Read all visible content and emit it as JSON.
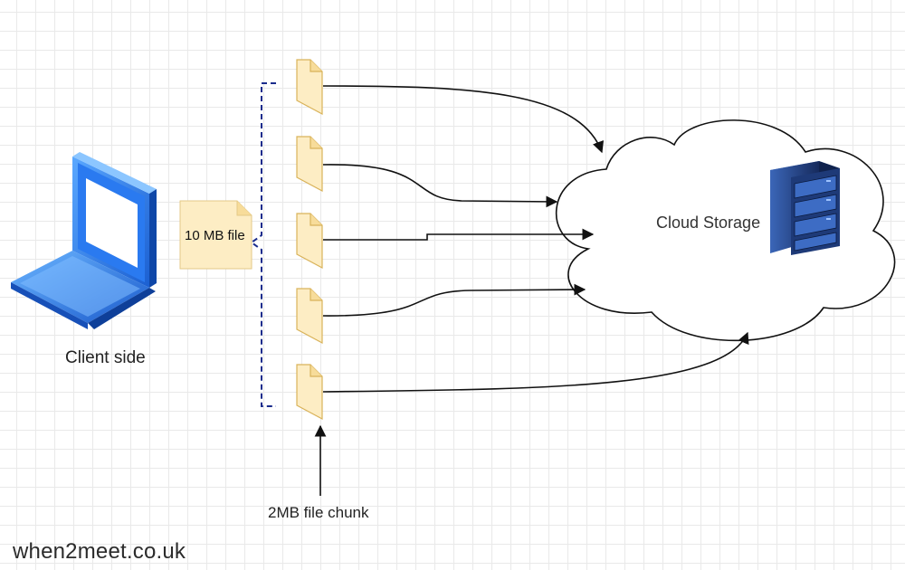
{
  "labels": {
    "client": "Client side",
    "file": "10 MB file",
    "cloud": "Cloud Storage",
    "chunk": "2MB file chunk"
  },
  "watermark": "when2meet.co.uk",
  "icons": {
    "client": "laptop-icon",
    "file": "document-icon",
    "chunk": "document-icon",
    "server": "server-rack-icon"
  },
  "colors": {
    "laptop": "#1f6fe0",
    "document_fill": "#fdedc4",
    "document_stroke": "#d9b35a",
    "bracket": "#1a2c8c",
    "arrow": "#111111",
    "server": "#1e3a78"
  }
}
